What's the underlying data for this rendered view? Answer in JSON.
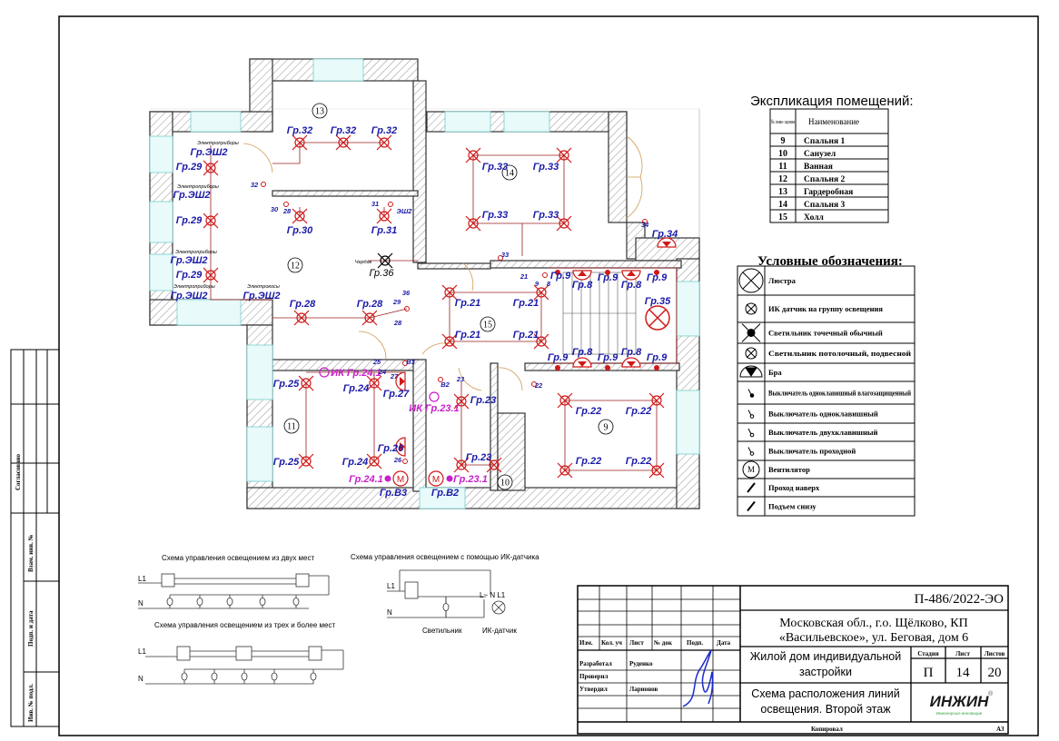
{
  "plan": {
    "room_numbers": [
      "13",
      "12",
      "14",
      "15",
      "11",
      "9",
      "10"
    ],
    "group_labels": [
      "Гр.32",
      "Гр.32",
      "Гр.32",
      "Гр.ЭШ2",
      "Гр.29",
      "Гр.ЭШ2",
      "Гр.29",
      "Гр.ЭШ2",
      "Гр.29",
      "Гр.ЭШ2",
      "Гр.ЭШ2",
      "Гр.30",
      "Гр.31",
      "Гр.28",
      "Гр.28",
      "Гр.33",
      "Гр.33",
      "Гр.33",
      "Гр.33",
      "Гр.34",
      "Гр.9",
      "Гр.8",
      "Гр.9",
      "Гр.8",
      "Гр.9",
      "Гр.35",
      "Гр.21",
      "Гр.21",
      "Гр.21",
      "Гр.21",
      "Гр.9",
      "Гр.8",
      "Гр.9",
      "Гр.8",
      "Гр.9",
      "Гр.25",
      "Гр.24",
      "Гр.27",
      "Гр.23",
      "Гр.22",
      "Гр.22",
      "Гр.22",
      "Гр.22",
      "Гр.25",
      "Гр.24",
      "Гр.26",
      "Гр.23",
      "Гр.В3",
      "Гр.В2"
    ],
    "ik_labels": [
      "ИК Гр.24.1",
      "ИК Гр.23.1",
      "Гр.24.1",
      "Гр.23.1"
    ],
    "switch_numbers": [
      "32",
      "30",
      "28",
      "31",
      "ЭШ2",
      "36",
      "29",
      "28",
      "34",
      "33",
      "21",
      "9",
      "8",
      "25",
      "24",
      "В3",
      "27",
      "В2",
      "23",
      "22",
      "26"
    ],
    "notes": [
      "Электроприборы",
      "Электроприборы",
      "Электроприборы",
      "Электроприборы",
      "Электрокосы",
      "Чердак"
    ],
    "black_labels": [
      "Гр.36"
    ]
  },
  "explication": {
    "title": "Экспликация помещений:",
    "headers": [
      "№ поме- щения",
      "Наименование"
    ],
    "rows": [
      {
        "num": "9",
        "name": "Спальня 1"
      },
      {
        "num": "10",
        "name": "Санузел"
      },
      {
        "num": "11",
        "name": "Ванная"
      },
      {
        "num": "12",
        "name": "Спальня 2"
      },
      {
        "num": "13",
        "name": "Гардеробная"
      },
      {
        "num": "14",
        "name": "Спальня 3"
      },
      {
        "num": "15",
        "name": "Холл"
      }
    ]
  },
  "legend": {
    "title": "Условные обозначения:",
    "items": [
      {
        "icon": "chandelier-icon",
        "label": "Люстра"
      },
      {
        "icon": "ir-sensor-icon",
        "label": "ИК датчик на группу освещения"
      },
      {
        "icon": "spot-light-icon",
        "label": "Светильник точечный обычный"
      },
      {
        "icon": "ceiling-light-icon",
        "label": "Светильник потолочный, подвесной"
      },
      {
        "icon": "wall-lamp-icon",
        "label": "Бра"
      },
      {
        "icon": "switch-waterproof-icon",
        "label": "Выключатель одноклавишный влагозащищенный"
      },
      {
        "icon": "switch-single-icon",
        "label": "Выключатель одноклавишный"
      },
      {
        "icon": "switch-double-icon",
        "label": "Выключатель двухклавишный"
      },
      {
        "icon": "switch-passthrough-icon",
        "label": "Выключатель проходной"
      },
      {
        "icon": "fan-icon",
        "label": "Вентилятор"
      },
      {
        "icon": "pass-up-icon",
        "label": "Проход наверх"
      },
      {
        "icon": "rise-from-below-icon",
        "label": "Подъем снизу"
      }
    ]
  },
  "schemes": {
    "two_places": "Схема управления освещением из двух мест",
    "three_places": "Схема управления освещением из трех и более мест",
    "ir_sensor": "Схема управления освещением с помощью ИК-датчика",
    "l1": "L1",
    "n": "N",
    "lamp_label": "Светильник",
    "sensor_label": "ИК-датчик",
    "sensor_terms": "L~ N L1"
  },
  "side_strip": {
    "agreed": "Согласовано",
    "replaces": "Взам. инв. №",
    "sign_date": "Подп. и дата",
    "inv": "Инв. № подл."
  },
  "title_block": {
    "code": "П-486/2022-ЭО",
    "address_1": "Московская обл., г.о. Щёлково, КП",
    "address_2": "«Васильевское», ул. Беговая, дом 6",
    "object_1": "Жилой дом индивидуальной",
    "object_2": "застройки",
    "sheet_title_1": "Схема расположения линий",
    "sheet_title_2": "освещения. Второй этаж",
    "col_headers": [
      "Изм.",
      "Кол. уч",
      "Лист",
      "№ док",
      "Подп.",
      "Дата"
    ],
    "roles": [
      {
        "role": "Разработал",
        "name": "Руденко"
      },
      {
        "role": "Проверил",
        "name": ""
      },
      {
        "role": "Утвердил",
        "name": "Ларионов"
      }
    ],
    "stage_label": "Стадия",
    "sheet_label": "Лист",
    "sheets_label": "Листов",
    "stage": "П",
    "sheet": "14",
    "sheets": "20",
    "logo_text": "ИНЖИН",
    "logo_sub": "Инженерные инновации",
    "copied": "Копировал",
    "format": "А3",
    "colors": {
      "logo_dark": "#1a1a1a",
      "logo_green": "#3aa845",
      "signature": "#1a2acc"
    }
  }
}
